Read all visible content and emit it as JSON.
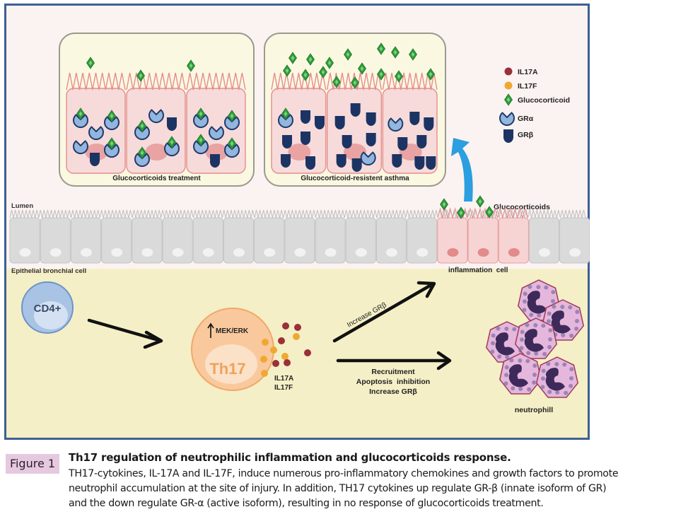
{
  "diagram": {
    "panels": [
      {
        "id": "treatment",
        "label": "Glucocorticoids treatment"
      },
      {
        "id": "resistant",
        "label": "Glucocorticoid-resistent asthma"
      }
    ],
    "legend": [
      {
        "name": "IL17A",
        "symbol": "dot",
        "color": "#9b2f3a"
      },
      {
        "name": "IL17F",
        "symbol": "dot",
        "color": "#f0a830"
      },
      {
        "name": "Glucocorticoid",
        "symbol": "diamond",
        "color": "#3aa845"
      },
      {
        "name": "GRα",
        "symbol": "receptor-open",
        "color": "#8fb4de"
      },
      {
        "name": "GRβ",
        "symbol": "receptor-closed",
        "color": "#1d3566"
      }
    ],
    "labels": {
      "lumen": "Lumen",
      "epithelial": "Epithelial bronchial cell",
      "glucocorticoids": "Glucocorticoids",
      "inflammation_cell": "inflammation  cell",
      "cd4": "CD4+",
      "mek_erk": "MEK/ERK",
      "th17": "Th17",
      "il17a": "IL17A",
      "il17f": "IL17F",
      "increase_grb_arrow": "Increase GRβ",
      "recruitment": "Recruitment",
      "apoptosis": "Apoptosis  inhibition",
      "increase_grb": "Increase GRβ",
      "neutrophil": "neutrophill"
    },
    "colors": {
      "frame": "#3d5f93",
      "lumen_bg": "#fcf4f4",
      "tissue_bg": "#f4efc4",
      "panel_bg": "#fbf8e4",
      "cell_pink": "#f6d8d8",
      "cell_gray": "#d9d9d9",
      "arrow_blue": "#2b9fe0",
      "neutrophil": "#e6b7dc",
      "neutrophil_nucleus": "#3e2a5a"
    }
  },
  "caption": {
    "figure_label": "Figure 1",
    "title": "Th17 regulation of neutrophilic inflammation and glucocorticoids response.",
    "lines": [
      "TH17-cytokines, IL-17A and IL-17F, induce numerous pro-inflammatory chemokines and growth factors to promote",
      "neutrophil accumulation at the site of injury. In addition, TH17 cytokines up regulate GR-β (innate isoform of GR)",
      "and the down regulate GR-α (active isoform), resulting in no response of glucocorticoids treatment."
    ]
  }
}
